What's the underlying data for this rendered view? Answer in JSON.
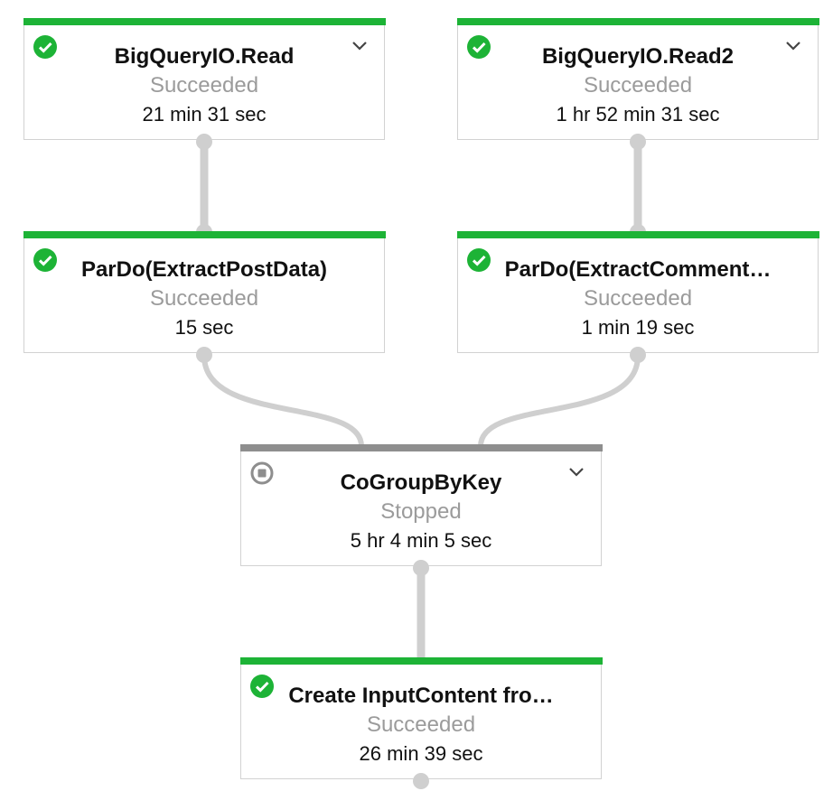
{
  "nodes": {
    "read1": {
      "title": "BigQueryIO.Read",
      "status": "Succeeded",
      "duration": "21 min 31 sec",
      "state": "ok",
      "expandable": true,
      "icon": "check-circle-icon"
    },
    "read2": {
      "title": "BigQueryIO.Read2",
      "status": "Succeeded",
      "duration": "1 hr 52 min 31 sec",
      "state": "ok",
      "expandable": true,
      "icon": "check-circle-icon"
    },
    "pardo1": {
      "title": "ParDo(ExtractPostData)",
      "status": "Succeeded",
      "duration": "15 sec",
      "state": "ok",
      "expandable": false,
      "icon": "check-circle-icon"
    },
    "pardo2": {
      "title": "ParDo(ExtractComment…",
      "status": "Succeeded",
      "duration": "1 min 19 sec",
      "state": "ok",
      "expandable": false,
      "icon": "check-circle-icon"
    },
    "cogroup": {
      "title": "CoGroupByKey",
      "status": "Stopped",
      "duration": "5 hr 4 min 5 sec",
      "state": "stopped",
      "expandable": true,
      "icon": "stop-circle-icon"
    },
    "create": {
      "title": "Create InputContent fro…",
      "status": "Succeeded",
      "duration": "26 min 39 sec",
      "state": "ok",
      "expandable": false,
      "icon": "check-circle-icon"
    }
  },
  "colors": {
    "success": "#1db336",
    "stopped": "#8e8e8e",
    "edge": "#cfcfcf",
    "muted_text": "#9b9b9b"
  }
}
